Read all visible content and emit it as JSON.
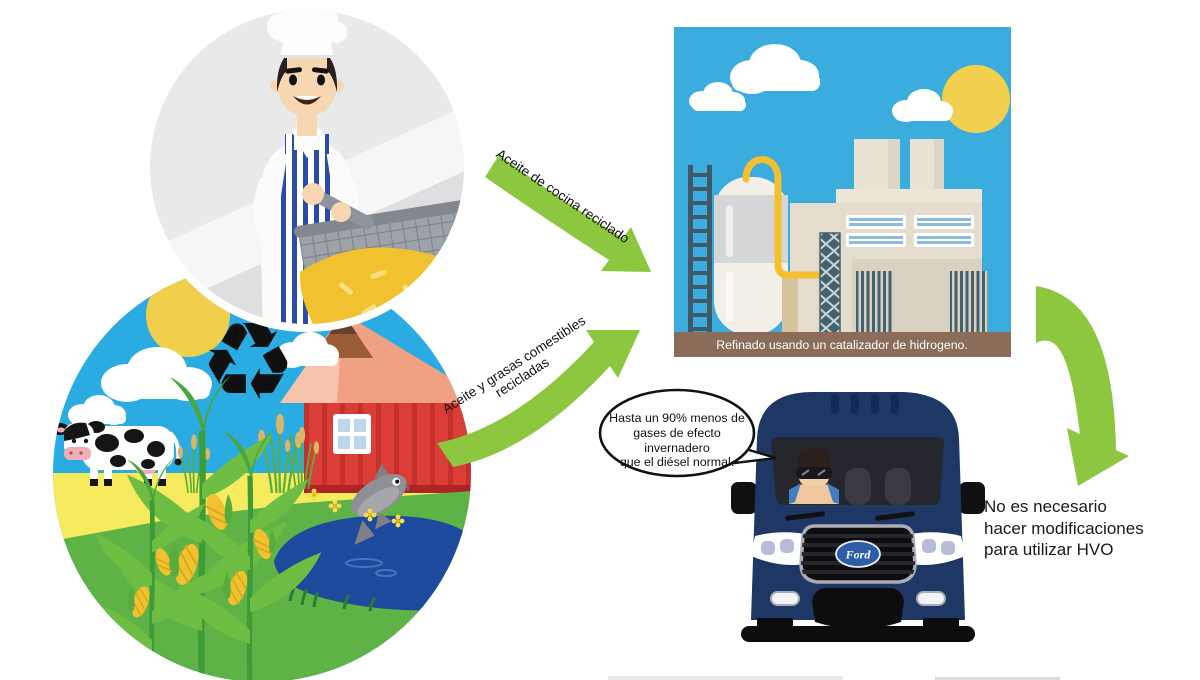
{
  "diagram": {
    "arrow_top_label": "Aceite de cocina reciclado",
    "arrow_bottom_label": {
      "line1": "Aceite y grasas comestibles",
      "line2": "recicladas"
    },
    "factory_caption": "Refinado usando un catalizador de hidrogeno.",
    "speech_bubble": {
      "line1": "Hasta un 90% menos de",
      "line2": "gases de efecto invernadero",
      "line3": "que el diésel normal."
    },
    "hvo_note": {
      "line1": "No es necesario",
      "line2": "hacer modificaciones",
      "line3": "para utilizar HVO"
    },
    "van_badge": "Ford",
    "recycling_glyph": "♻"
  },
  "colors": {
    "arrow_green": "#8DC63F",
    "factory_sky_blue": "#3AACDE",
    "farm_sky_blue": "#2AACE3",
    "sun_yellow": "#F2CE4D",
    "oil_yellow": "#F1C12F",
    "barn_red": "#DB3E36",
    "pond_blue": "#1D4A9C",
    "grass_green": "#5FB246",
    "van_navy": "#1E3765",
    "ground_brown": "#8A6C59",
    "ford_oval_blue": "#2E5DA8"
  }
}
